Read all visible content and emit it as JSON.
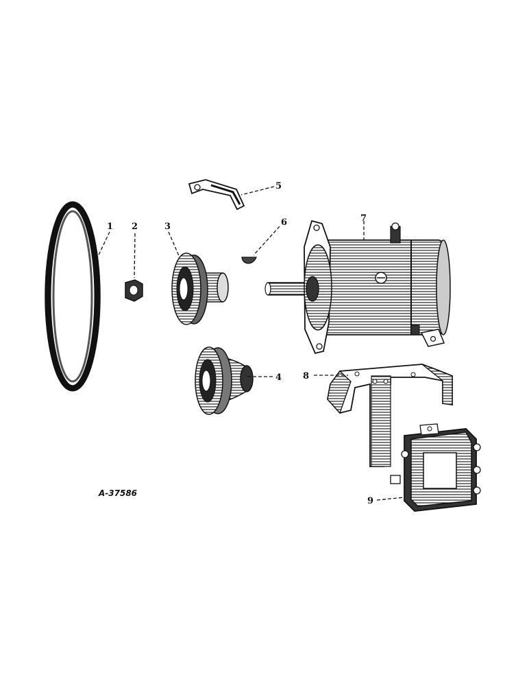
{
  "figure_id": "A-37586",
  "callouts": {
    "c1": "1",
    "c2": "2",
    "c3": "3",
    "c4": "4",
    "c5": "5",
    "c6": "6",
    "c7": "7",
    "c8": "8",
    "c9": "9"
  },
  "colors": {
    "ink": "#111111",
    "paper": "#ffffff",
    "shade": "#555555"
  }
}
